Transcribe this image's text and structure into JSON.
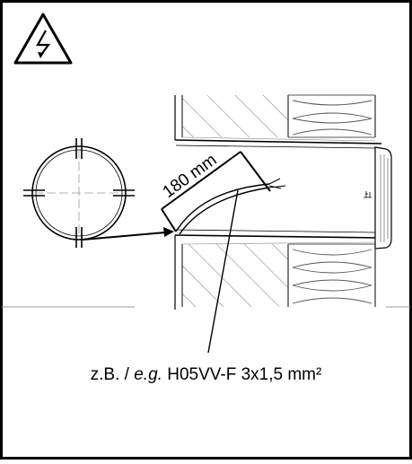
{
  "warning": {
    "icon": "electrical-hazard-icon"
  },
  "dimension": {
    "label": "180 mm"
  },
  "caption": {
    "prefix": "z.B. / ",
    "italic": "e.g.",
    "suffix": " H05VV-F 3x1,5 mm²"
  },
  "colors": {
    "frame": "#000000",
    "background": "#ffffff"
  }
}
